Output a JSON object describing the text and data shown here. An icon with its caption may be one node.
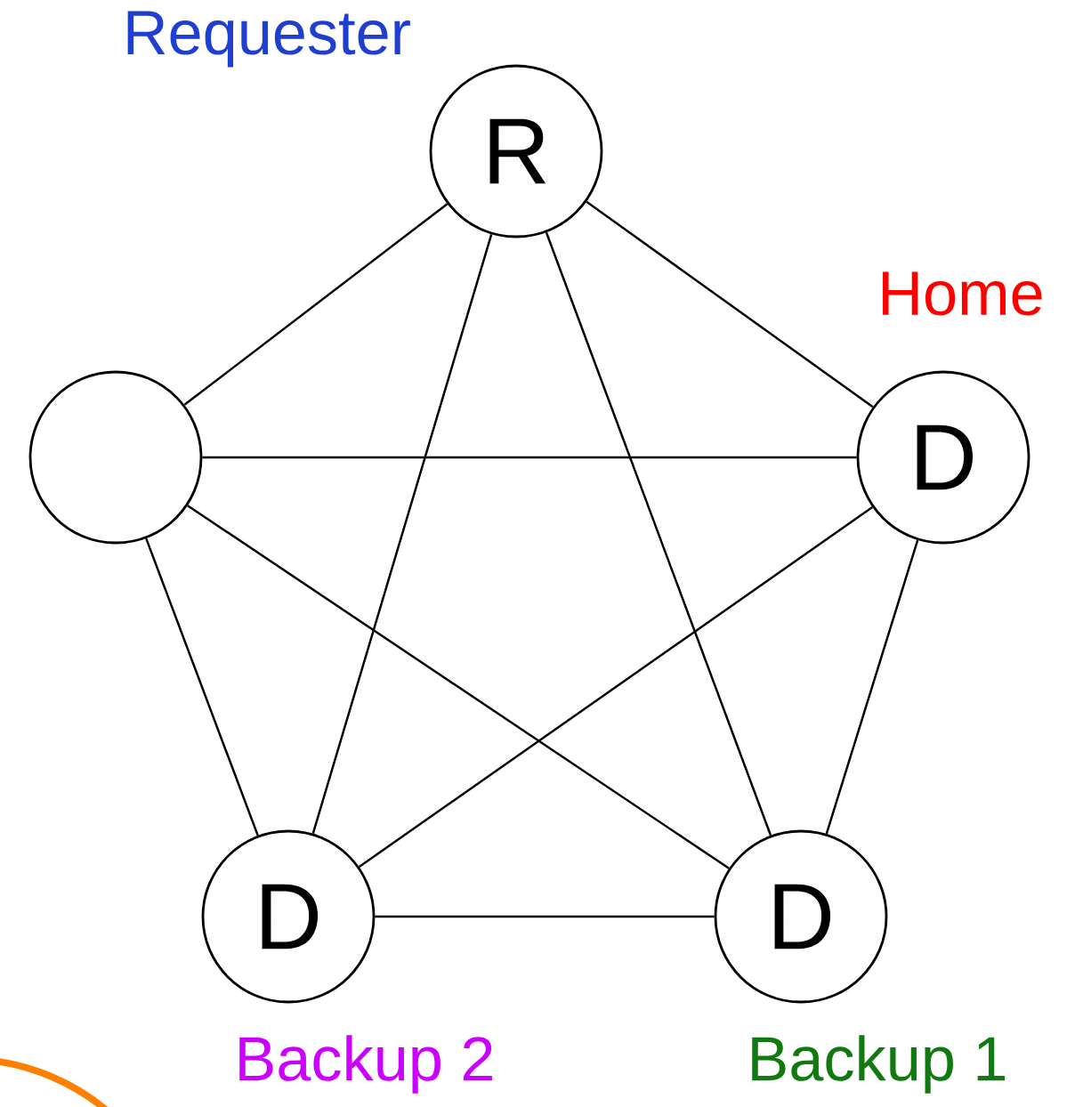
{
  "diagram": {
    "nodes": [
      {
        "text": [
          "R"
        ],
        "beside": [
          "Requester"
        ]
      },
      {
        "text": [],
        "shape": "circle"
      },
      {
        "text": [
          "D"
        ],
        "beside": [
          "Home"
        ]
      },
      {
        "text": [
          "D"
        ],
        "beside": [
          "Backup 2"
        ]
      },
      {
        "text": [
          "D"
        ],
        "beside": [
          "Backup 1"
        ]
      }
    ],
    "edges": [
      {
        "from": 0,
        "to": 1,
        "arrow": "none"
      },
      {
        "from": 0,
        "to": 2,
        "arrow": "none"
      },
      {
        "from": 0,
        "to": 3,
        "arrow": "none"
      },
      {
        "from": 0,
        "to": 4,
        "arrow": "none"
      },
      {
        "from": 1,
        "to": 2,
        "arrow": "none"
      },
      {
        "from": 1,
        "to": 3,
        "arrow": "none"
      },
      {
        "from": 1,
        "to": 4,
        "arrow": "none"
      },
      {
        "from": 2,
        "to": 3,
        "arrow": "none"
      },
      {
        "from": 2,
        "to": 4,
        "arrow": "none"
      },
      {
        "from": 3,
        "to": 4,
        "arrow": "none"
      }
    ]
  }
}
